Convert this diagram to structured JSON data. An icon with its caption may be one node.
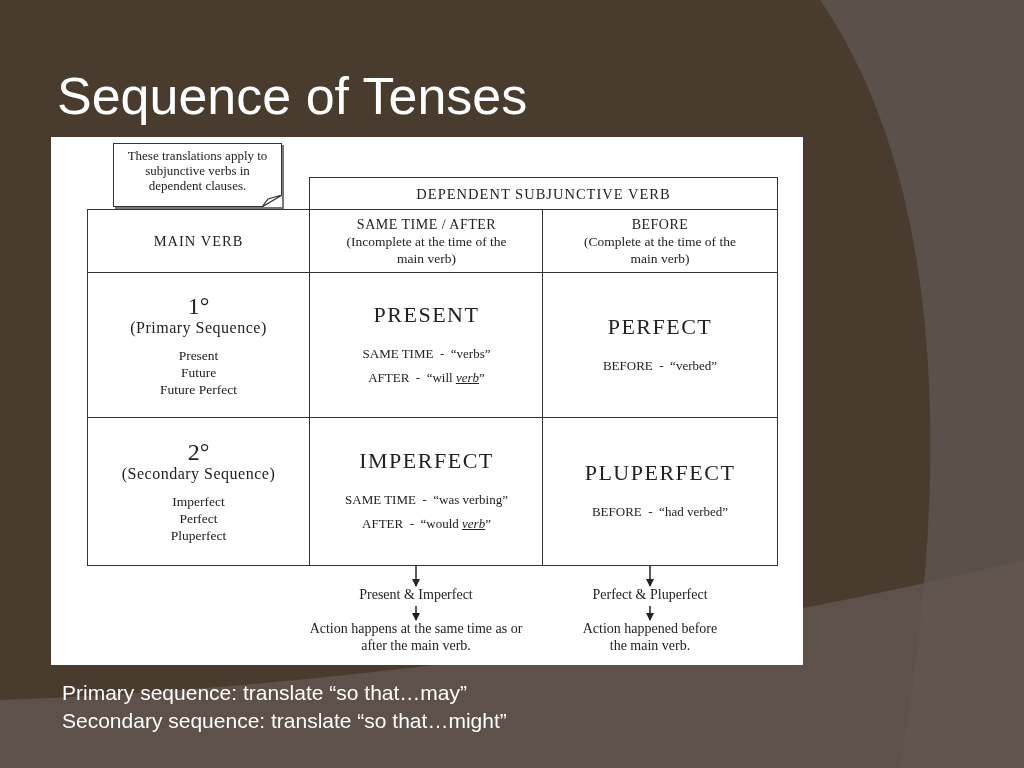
{
  "diagram": {
    "title": "Sequence of Tenses",
    "nodes": [
      {
        "text": [
          "These translations apply to subjunctive verbs in dependent clauses."
        ]
      },
      {
        "text": [
          "DEPENDENT SUBJUNCTIVE VERB"
        ]
      },
      {
        "text": [
          "MAIN VERB"
        ]
      },
      {
        "text": [
          "SAME TIME / AFTER",
          "(Incomplete at the time of the main verb)"
        ]
      },
      {
        "text": [
          "BEFORE",
          "(Complete at the time of the main verb)"
        ]
      },
      {
        "text": [
          "1°",
          "(Primary Sequence)",
          "Present",
          "Future",
          "Future Perfect"
        ]
      },
      {
        "text": [
          "PRESENT",
          "SAME TIME  -  “verbs”",
          "AFTER  -  “will *verb*”"
        ]
      },
      {
        "text": [
          "PERFECT",
          "BEFORE  -  “verbed”"
        ]
      },
      {
        "text": [
          "2°",
          "(Secondary Sequence)",
          "Imperfect",
          "Perfect",
          "Pluperfect"
        ]
      },
      {
        "text": [
          "IMPERFECT",
          "SAME TIME  -  “was verbing”",
          "AFTER  -  “would *verb*”"
        ]
      },
      {
        "text": [
          "PLUPERFECT",
          "BEFORE  -  “had verbed”"
        ]
      },
      {
        "text": [
          "Present &  Imperfect"
        ]
      },
      {
        "text": [
          "Action happens at the same time as or after the main verb."
        ]
      },
      {
        "text": [
          "Perfect & Pluperfect"
        ]
      },
      {
        "text": [
          "Action happened before the main verb."
        ]
      }
    ],
    "edges": [
      {
        "from": 9,
        "to": 11,
        "arrow": "to"
      },
      {
        "from": 11,
        "to": 12,
        "arrow": "to"
      },
      {
        "from": 10,
        "to": 13,
        "arrow": "to"
      },
      {
        "from": 13,
        "to": 14,
        "arrow": "to"
      }
    ],
    "labels": [
      "Primary sequence: translate “so that…may”",
      "Secondary sequence: translate “so that…might”"
    ]
  }
}
